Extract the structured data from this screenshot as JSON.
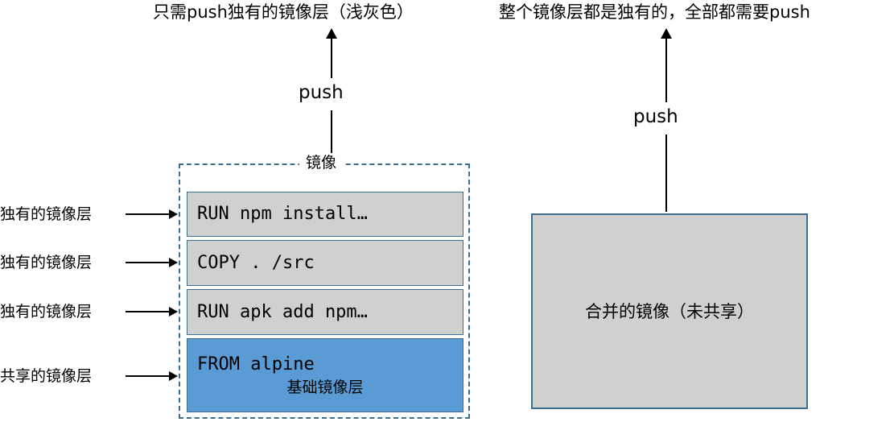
{
  "diagram": {
    "left_panel": {
      "caption": "只需push独有的镜像层（浅灰色）",
      "push_label": "push",
      "group_title": "镜像",
      "layers": [
        {
          "command": "RUN npm install…",
          "kind": "unique",
          "side_label": "独有的镜像层",
          "sub_label": ""
        },
        {
          "command": "COPY . /src",
          "kind": "unique",
          "side_label": "独有的镜像层",
          "sub_label": ""
        },
        {
          "command": "RUN apk add npm…",
          "kind": "unique",
          "side_label": "独有的镜像层",
          "sub_label": ""
        },
        {
          "command": "FROM alpine",
          "kind": "base",
          "side_label": "共享的镜像层",
          "sub_label": "基础镜像层"
        }
      ]
    },
    "right_panel": {
      "caption": "整个镜像层都是独有的，全部都需要push",
      "push_label": "push",
      "box_label": "合并的镜像（未共享）"
    },
    "colors": {
      "unique_layer": "#d0d0d0",
      "base_layer": "#5b9bd5",
      "border": "#3f6f8f",
      "arrow": "#000000",
      "background": "#ffffff"
    }
  }
}
